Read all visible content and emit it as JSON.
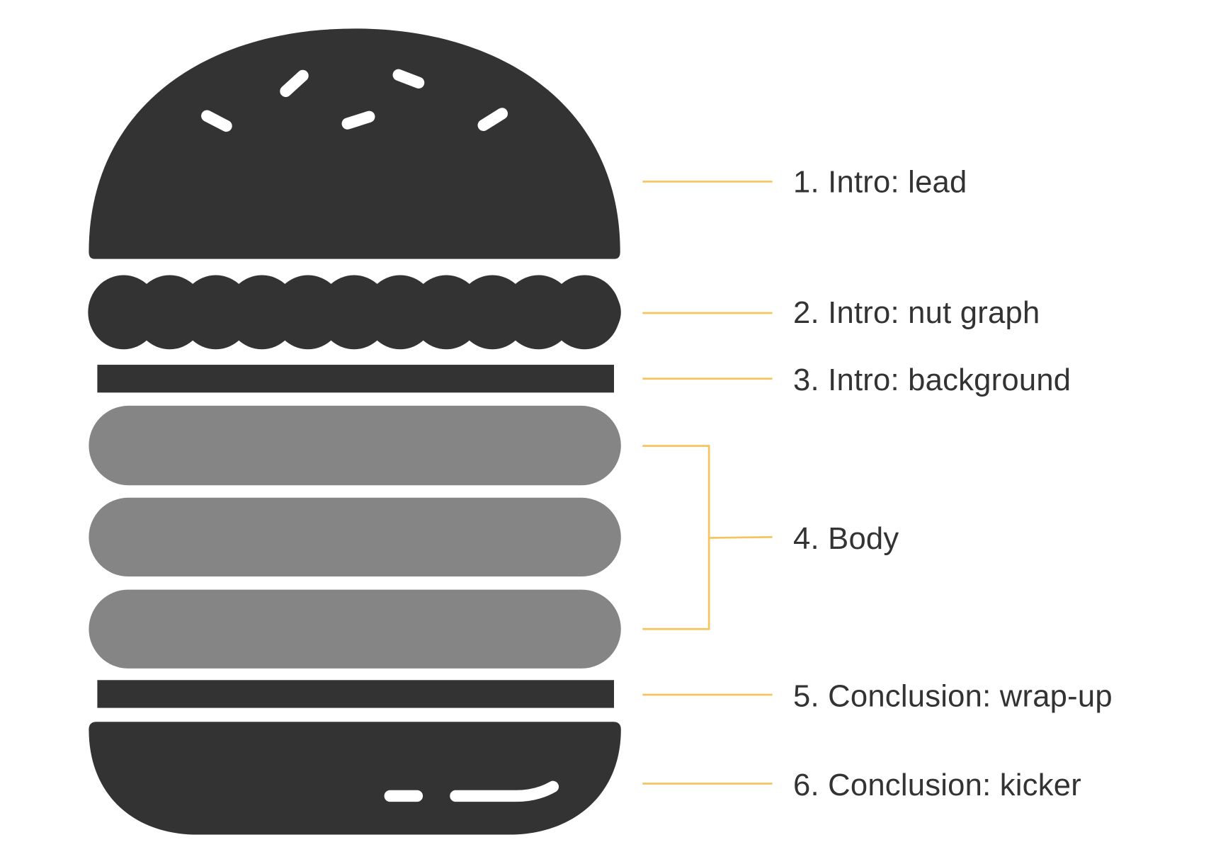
{
  "title": "Burger structure of an article",
  "colors": {
    "dark": "#333333",
    "patty": "#858585",
    "connector": "#f5c45e",
    "sesame": "#ffffff",
    "background": "#ffffff"
  },
  "layers": [
    {
      "id": "top-bun",
      "label": "1. Intro: lead"
    },
    {
      "id": "lettuce",
      "label": "2. Intro: nut graph"
    },
    {
      "id": "top-slice",
      "label": "3. Intro: background"
    },
    {
      "id": "patties",
      "label": "4. Body",
      "count": 3
    },
    {
      "id": "bottom-slice",
      "label": "5. Conclusion: wrap-up"
    },
    {
      "id": "bottom-bun",
      "label": "6. Conclusion: kicker"
    }
  ]
}
